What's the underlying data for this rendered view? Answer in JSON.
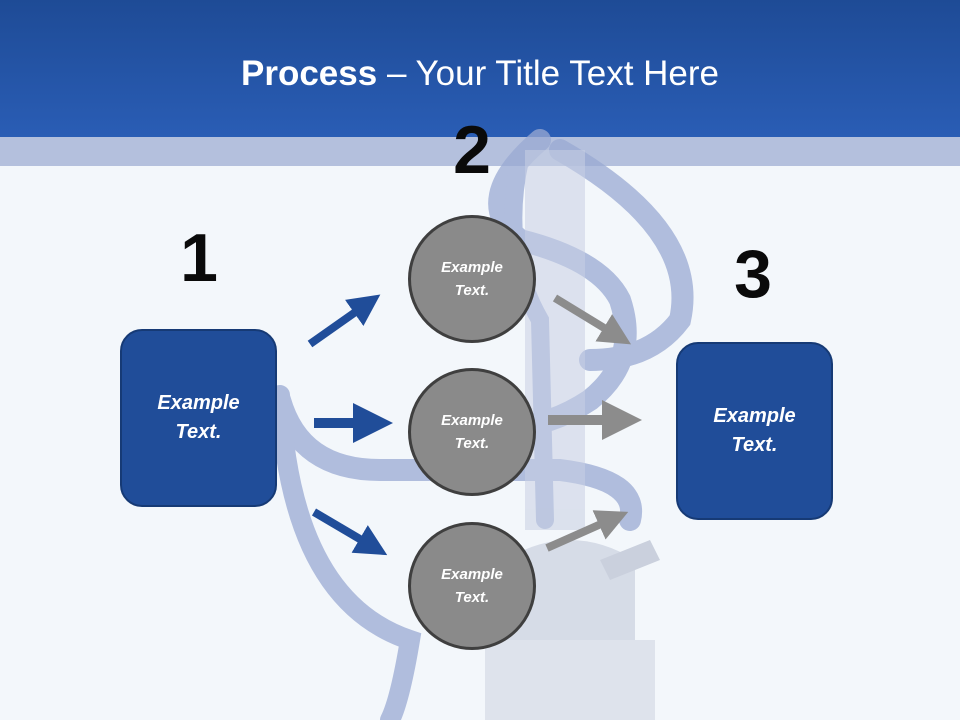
{
  "slide": {
    "title_bold": "Process",
    "title_rest": " – Your Title Text Here"
  },
  "steps": {
    "one": {
      "number": "1",
      "box_text": "Example Text."
    },
    "two": {
      "number": "2",
      "circles": [
        "Example Text.",
        "Example Text.",
        "Example Text."
      ]
    },
    "three": {
      "number": "3",
      "box_text": "Example Text."
    }
  },
  "colors": {
    "header": "#2a5db5",
    "box": "#204d99",
    "circle": "#8a8a8a",
    "arrow_blue": "#204d99",
    "arrow_gray": "#8c8c8c"
  }
}
